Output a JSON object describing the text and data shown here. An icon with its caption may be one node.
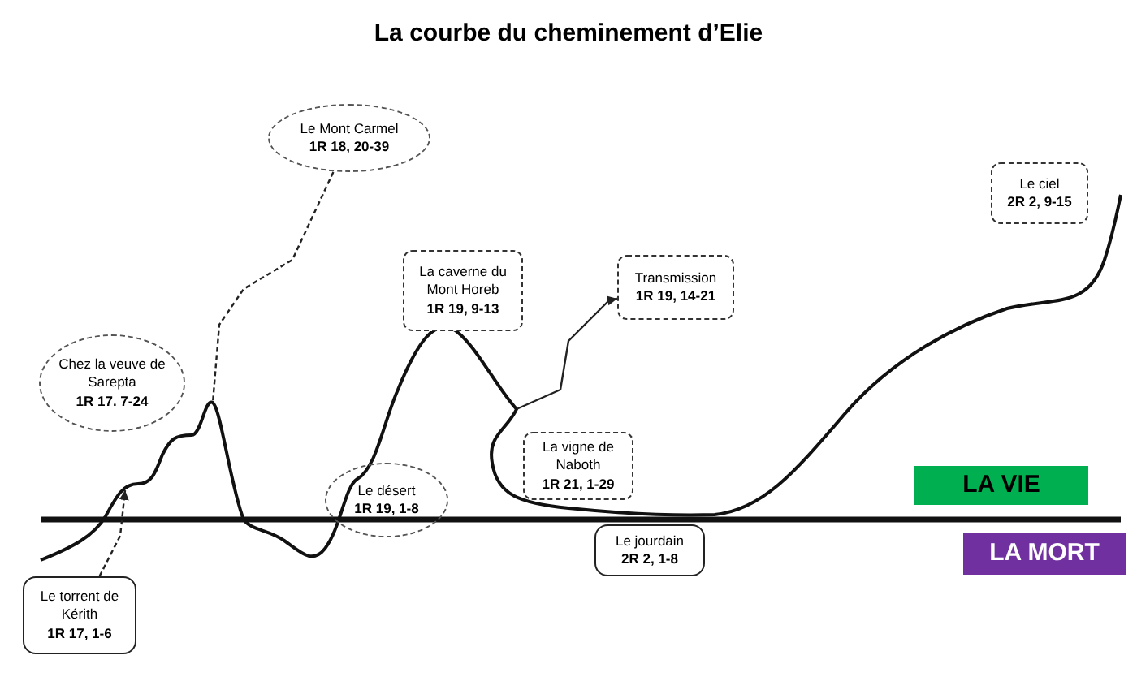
{
  "diagram": {
    "title": "La courbe du cheminement d’Elie",
    "nodes": [
      {
        "text": [
          "Le torrent de Kérith",
          "1R 17, 1-6"
        ]
      },
      {
        "text": [
          "Chez la veuve de Sarepta",
          "1R 17. 7-24"
        ]
      },
      {
        "text": [
          "Le Mont Carmel",
          "1R 18, 20-39"
        ]
      },
      {
        "text": [
          "Le désert",
          "1R 19, 1-8"
        ]
      },
      {
        "text": [
          "La caverne du Mont Horeb",
          "1R 19, 9-13"
        ]
      },
      {
        "text": [
          "Transmission",
          "1R 19, 14-21"
        ]
      },
      {
        "text": [
          "La vigne de Naboth",
          "1R 21, 1-29"
        ]
      },
      {
        "text": [
          "Le jourdain",
          "2R 2, 1-8"
        ]
      },
      {
        "text": [
          "Le ciel",
          "2R 2, 9-15"
        ]
      },
      {
        "text": [
          "LA VIE"
        ]
      },
      {
        "text": [
          "LA MORT"
        ]
      }
    ],
    "edges": [
      {
        "from": 0,
        "to": null,
        "arrow": "to",
        "style": "dashed"
      },
      {
        "from": 2,
        "to": null,
        "arrow": "none",
        "style": "dashed"
      },
      {
        "from": null,
        "to": 5,
        "arrow": "to"
      }
    ]
  }
}
